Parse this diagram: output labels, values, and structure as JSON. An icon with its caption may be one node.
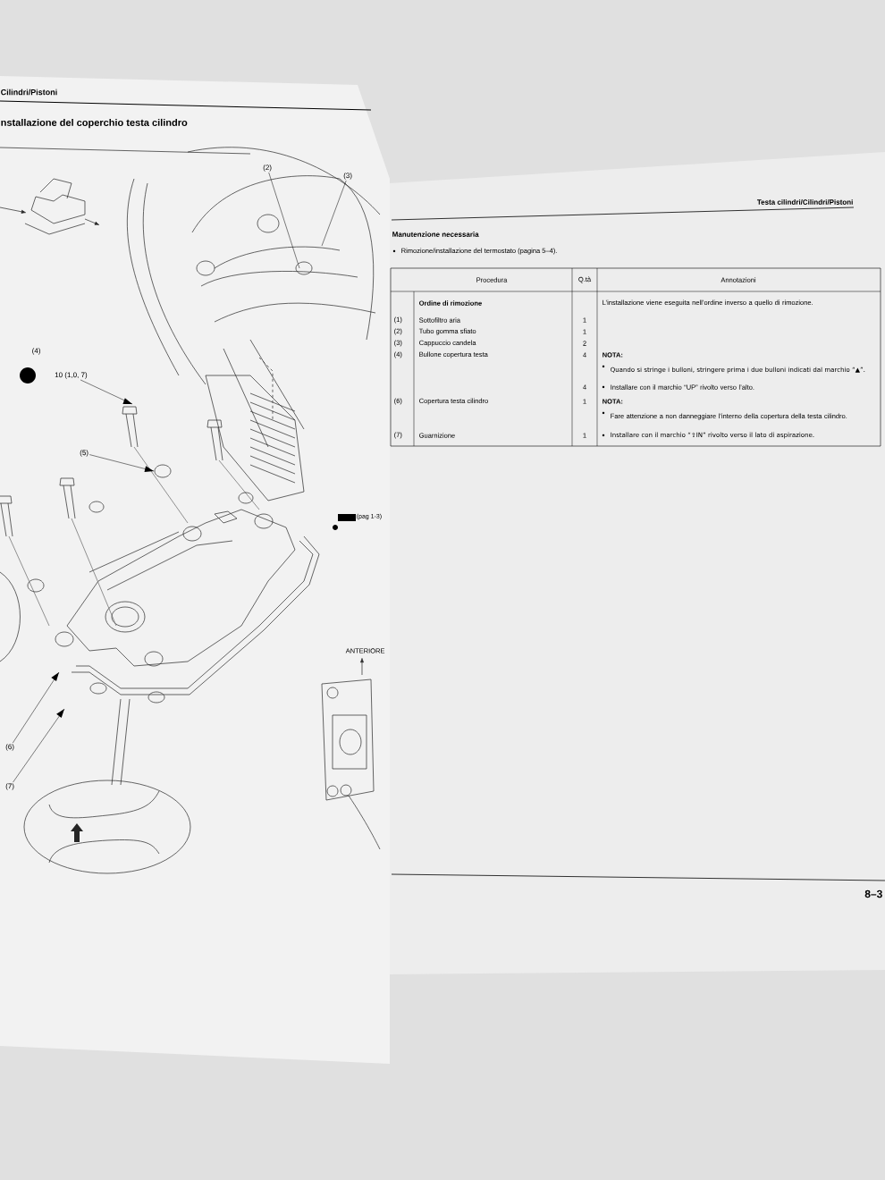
{
  "diagram": {
    "nodes": [
      {
        "text": [
          "(2)"
        ]
      },
      {
        "text": [
          "(3)"
        ]
      },
      {
        "text": [
          "10 (1,0, 7)"
        ]
      },
      {
        "text": [
          "(5)"
        ]
      },
      {
        "text": [
          "(6)"
        ]
      },
      {
        "text": [
          "(7)"
        ]
      }
    ],
    "edges": [
      {
        "from": 0,
        "to": null,
        "arrow": "none"
      },
      {
        "from": 1,
        "to": null,
        "arrow": "none"
      },
      {
        "from": 2,
        "to": null,
        "arrow": "to"
      },
      {
        "from": 3,
        "to": null,
        "arrow": "to"
      },
      {
        "from": 4,
        "to": null,
        "arrow": "to"
      },
      {
        "from": 5,
        "to": null,
        "arrow": "to"
      }
    ],
    "labels": [
      "Cilindri/Pistoni",
      "nstallazione del coperchio testa cilindro",
      "(4)",
      "ANTERIORE",
      "(pag 1-3)",
      "Testa cilindri/Cilindri/Pistoni",
      "Manutenzione necessaria",
      "Rimozione/installazione del termostato (pagina 5–4).",
      "Procedura",
      "Q.tà",
      "Annotazioni",
      "Ordine di rimozione",
      "L’installazione viene eseguita nell’ordine inverso a quello di rimozione.",
      "(1)",
      "Sottofiltro aria",
      "1",
      "(2)",
      "Tubo gomma sfiato",
      "1",
      "(3)",
      "Cappuccio candela",
      "2",
      "(4)",
      "Bullone copertura testa",
      "4",
      "NOTA:",
      "Quando si stringe i bulloni, stringere prima i due bulloni indicati dal marchio “▲”.",
      "4",
      "Installare con il marchio “UP” rivolto verso l’alto.",
      "(6)",
      "Copertura testa cilindro",
      "1",
      "NOTA:",
      "Fare attenzione a non danneggiare l’interno della copertura della testa cilindro.",
      "(7)",
      "Guarnizione",
      "1",
      "Installare con il marchio “⇧IN” rivolto verso il lato di aspirazione.",
      "8–3"
    ]
  }
}
